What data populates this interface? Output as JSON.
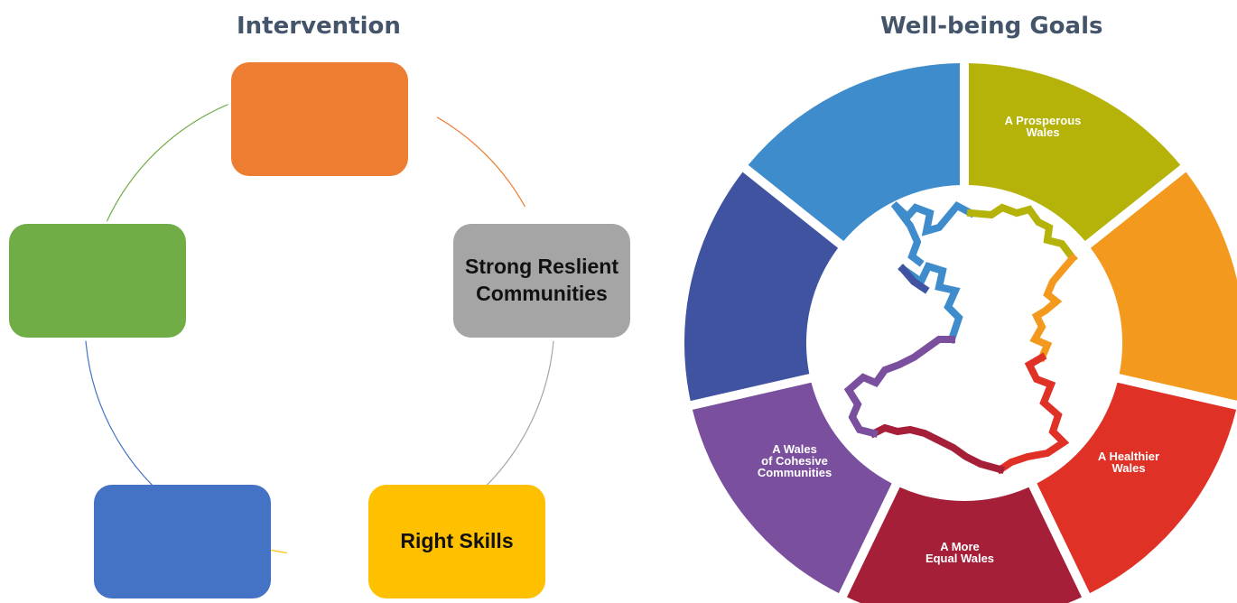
{
  "left_panel": {
    "title": "Intervention",
    "cycle_boxes": [
      {
        "label": "",
        "color": "#ed7d31"
      },
      {
        "label": "Strong Reslient Communities",
        "color": "#a5a5a5"
      },
      {
        "label": "Right Skills",
        "color": "#ffc000"
      },
      {
        "label": "",
        "color": "#4472c4"
      },
      {
        "label": "",
        "color": "#70ad47"
      }
    ]
  },
  "right_panel": {
    "title": "Well-being Goals",
    "segments": [
      {
        "label": "A Prosperous Wales",
        "color": "#b5b20a"
      },
      {
        "label": "",
        "color": "#f39a1e"
      },
      {
        "label": "A Healthier Wales",
        "color": "#e03127"
      },
      {
        "label": "A More Equal Wales",
        "color": "#a51f38"
      },
      {
        "label": "A Wales of Cohesive Communities",
        "color": "#7a4f9e"
      },
      {
        "label": "",
        "color": "#3f53a0"
      },
      {
        "label": "",
        "color": "#3e8ccc"
      }
    ]
  }
}
